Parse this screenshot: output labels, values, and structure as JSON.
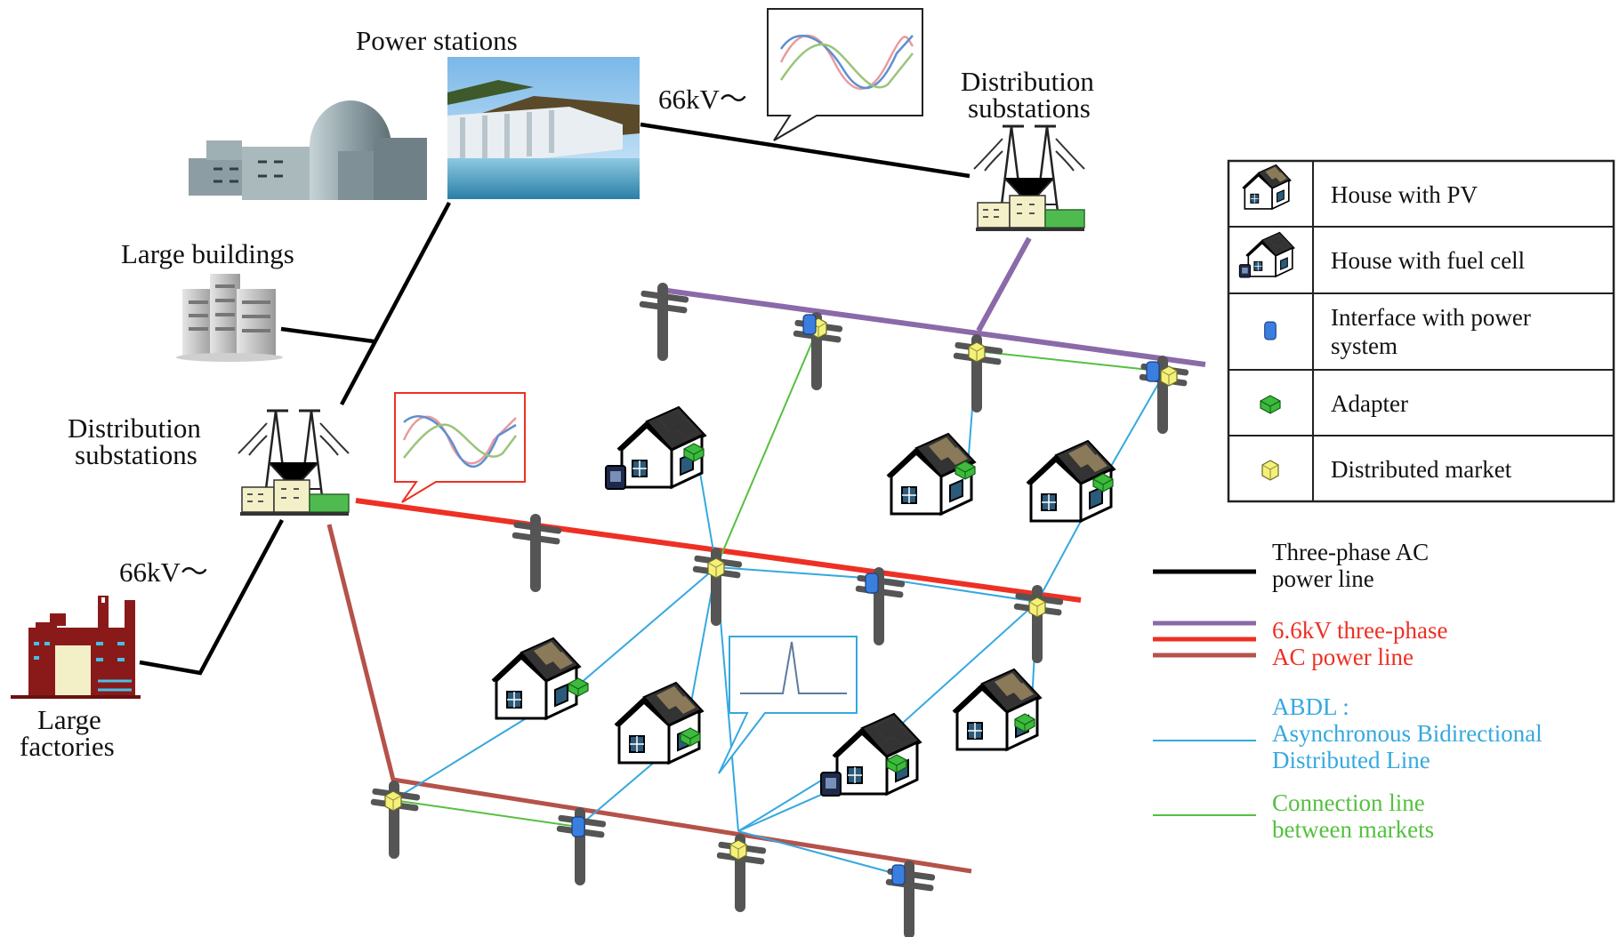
{
  "labels": {
    "power_stations": "Power stations",
    "voltage_top": "66kV〜",
    "substation_top_1": "Distribution",
    "substation_top_2": "substations",
    "large_buildings": "Large buildings",
    "substation_left_1": "Distribution",
    "substation_left_2": "substations",
    "voltage_left": "66kV〜",
    "factories_1": "Large",
    "factories_2": "factories"
  },
  "legend_table": [
    {
      "icon": "house-pv-icon",
      "lines": [
        "House with PV"
      ]
    },
    {
      "icon": "house-fuel-cell-icon",
      "lines": [
        "House with fuel cell"
      ]
    },
    {
      "icon": "interface-icon",
      "lines": [
        "Interface with power",
        "system"
      ]
    },
    {
      "icon": "adapter-icon",
      "lines": [
        "Adapter"
      ]
    },
    {
      "icon": "distributed-market-icon",
      "lines": [
        "Distributed market"
      ]
    }
  ],
  "line_key": [
    {
      "lines": [
        "Three-phase AC",
        "power line"
      ]
    },
    {
      "lines": [
        "6.6kV three-phase",
        "AC power line"
      ]
    },
    {
      "lines": [
        "ABDL :",
        "Asynchronous Bidirectional",
        "Distributed Line"
      ]
    },
    {
      "lines": [
        "Connection line",
        "between markets"
      ]
    }
  ],
  "colors": {
    "ac_line": "#000000",
    "purple_line": "#8a6aa8",
    "red_line": "#ee3024",
    "brown_line": "#b5524a",
    "abdl_line": "#35a8e0",
    "market_line": "#55c040",
    "key_red_text": "#ee3024",
    "key_blue_text": "#35a8e0",
    "key_green_text": "#55c040",
    "pole": "#555555",
    "adapter": "#3cbb3c",
    "market": "#f4f07a",
    "interface": "#3a7fe0"
  }
}
